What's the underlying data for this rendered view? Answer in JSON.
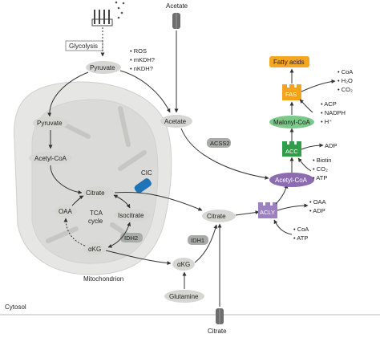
{
  "labels": {
    "acetate_top": "Acetate",
    "citrate_bottom": "Citrate",
    "glycolysis": "Glycolysis",
    "pyruvate_cyt": "Pyruvate",
    "acetate_cyt": "Acetate",
    "acss2": "ACSS2",
    "pyruvate_mito": "Pyruvate",
    "acetylcoa_mito": "Acetyl-CoA",
    "citrate_mito": "Citrate",
    "oaa": "OAA",
    "tca_line1": "TCA",
    "tca_line2": "cycle",
    "isocitrate": "Isocitrate",
    "idh2": "IDH2",
    "akg_mito": "αKG",
    "mitochondrion": "Mitochondrion",
    "cic": "CIC",
    "citrate_cyt": "Citrate",
    "idh1": "IDH1",
    "akg_cyt": "αKG",
    "glutamine": "Glutamine",
    "cytosol": "Cytosol",
    "fatty_acids": "Fatty acids",
    "fas": "FAS",
    "malonyl_coa": "Malonyl-CoA",
    "acc": "ACC",
    "acetylcoa_cyt": "Acetyl-CoA",
    "acly": "ACLY"
  },
  "lists": {
    "pyruvate_side": [
      "• ROS",
      "• mKDH?",
      "• nKDH?"
    ],
    "fas_out": [
      "• CoA",
      "• H₂O",
      "• CO₂"
    ],
    "fas_in": [
      "• ACP",
      "• NADPH",
      "• H⁺"
    ],
    "acc_out": [
      "ADP"
    ],
    "acc_in": [
      "• Biotin",
      "• CO₂",
      "• ATP"
    ],
    "acly_out": [
      "• OAA",
      "• ADP"
    ],
    "acly_in": [
      "• CoA",
      "• ATP"
    ]
  },
  "colors": {
    "metabolite": "#d6d6d3",
    "enzyme_grey": "#a9aba8",
    "enzyme_green": "#2e9e4a",
    "enzyme_green_light": "#7cc98a",
    "fatty_acids": "#f5a623",
    "fas": "#f6a21e",
    "acetylcoa_purple": "#8d6bb3",
    "acly_purple": "#9c80c2",
    "cic_blue": "#1f73b7",
    "mitochondrion": "#e6e6e4"
  }
}
